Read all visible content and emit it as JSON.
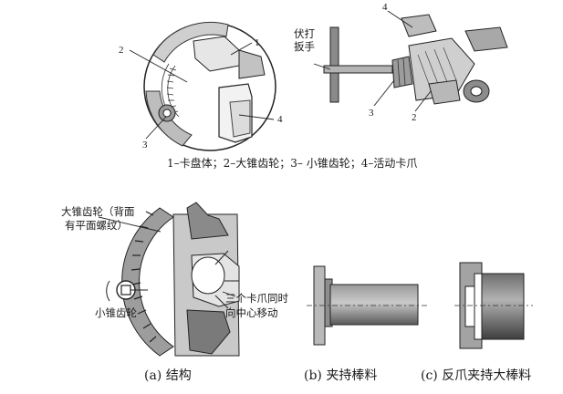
{
  "top_left": {
    "callouts": {
      "n1": "1",
      "n2": "2",
      "n3": "3",
      "n4": "4"
    }
  },
  "top_right": {
    "wrench_label_line1": "伏打",
    "wrench_label_line2": "扳手",
    "callouts": {
      "n2": "2",
      "n3": "3",
      "n4": "4"
    }
  },
  "legend": "1–卡盘体；2–大锥齿轮；3– 小锥齿轮；4–活动卡爪",
  "structure": {
    "big_gear_line1": "大锥齿轮（背面",
    "big_gear_line2": "有平面螺纹）",
    "small_gear": "小锥齿轮",
    "jaws_line1": "三个卡爪同时",
    "jaws_line2": "向中心移动"
  },
  "captions": {
    "a": "(a) 结构",
    "b": "(b) 夹持棒料",
    "c": "(c) 反爪夹持大棒料"
  }
}
